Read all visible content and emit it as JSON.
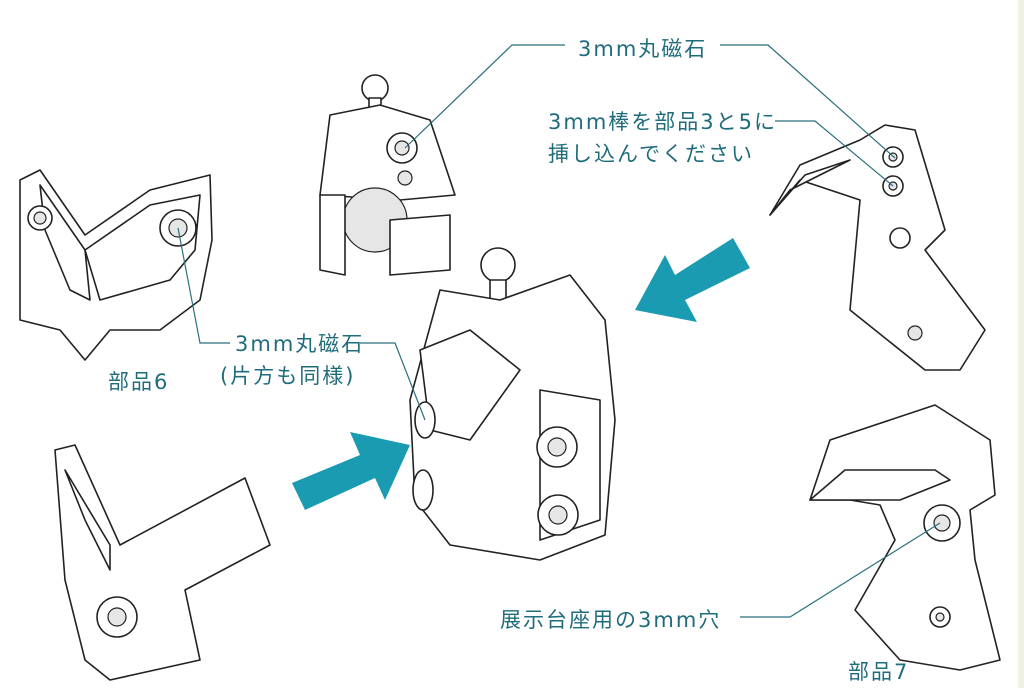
{
  "labels": {
    "magnet_top": "3mm丸磁石",
    "rod_line1": "3mm棒を部品3と5に",
    "rod_line2": "挿し込んでください",
    "magnet_mid": "3mm丸磁石",
    "magnet_mid_note": "(片方も同様)",
    "part6": "部品6",
    "part7": "部品7",
    "stand_hole": "展示台座用の3mm穴"
  },
  "colors": {
    "text": "#1f6c7c",
    "arrow": "#1a9bb2"
  }
}
